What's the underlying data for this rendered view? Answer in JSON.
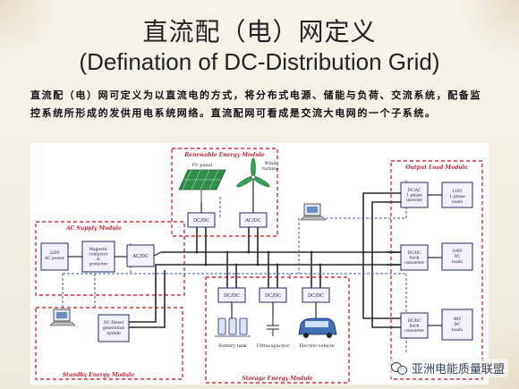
{
  "slide": {
    "title_cn": "直流配（电）网定义",
    "title_en": "(Defination of DC-Distribution Grid)",
    "description": "直流配（电）网可定义为以直流电的方式，将分布式电源、储能与负荷、交流系统，配备监控系统所形成的发供用电系统网络。直流配网可看成是交流大电网的一个子系统。"
  },
  "diagram": {
    "modules": {
      "renewable": "Renewable Energy Module",
      "ac_supply": "AC Supply Module",
      "output_load": "Output Load Module",
      "standby": "Standby Energy Module",
      "storage": "Storage Energy Module"
    },
    "renewable": {
      "pv_label": "PV panel",
      "wind_label": "Wind turbine",
      "pv_converter": "DC/DC",
      "wind_converter": "AC/DC"
    },
    "ac_supply": {
      "source": "220V AC power",
      "contactor": "Magnetic contactor & protector",
      "rectifier": "AC/DC"
    },
    "output_load": {
      "inverter": "DC/AC 1-phase inverter",
      "load_110ac": "110V 1-phase loads",
      "buck1": "DC/DC buck converter",
      "load_100dc": "100V DC loads",
      "buck2": "DC/DC buck converter",
      "load_48dc": "48V DC loads"
    },
    "storage": {
      "conv_battery": "DC/DC",
      "conv_ultracap": "DC/DC",
      "conv_ev": "DC/DC",
      "battery": "Battery tank",
      "ultracap": "Ultracapacitor",
      "ev": "Electric vehicle"
    },
    "standby": {
      "generator": "DC Diesel generation system"
    }
  },
  "watermark": {
    "text": "亚洲电能质量联盟"
  },
  "colors": {
    "module_border": "#d9303d",
    "module_title": "#c0283a",
    "bus_line": "#2a2a2a",
    "signal_line": "#2f5fb3",
    "box_fill": "#f3f1fb",
    "box_border": "#1f2a6b"
  }
}
